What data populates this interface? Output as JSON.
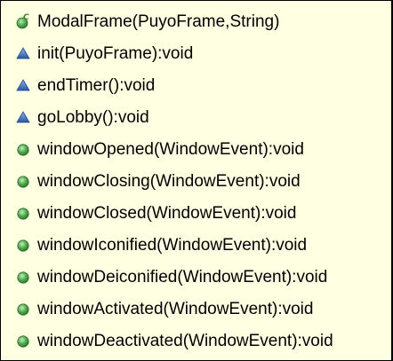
{
  "members": [
    {
      "label": "ModalFrame(PuyoFrame,String)",
      "kind": "constructor",
      "icon": "constructor-icon"
    },
    {
      "label": "init(PuyoFrame):void",
      "kind": "protected",
      "icon": "protected-method-icon"
    },
    {
      "label": "endTimer():void",
      "kind": "protected",
      "icon": "protected-method-icon"
    },
    {
      "label": "goLobby():void",
      "kind": "protected",
      "icon": "protected-method-icon"
    },
    {
      "label": "windowOpened(WindowEvent):void",
      "kind": "public",
      "icon": "public-method-icon"
    },
    {
      "label": "windowClosing(WindowEvent):void",
      "kind": "public",
      "icon": "public-method-icon"
    },
    {
      "label": "windowClosed(WindowEvent):void",
      "kind": "public",
      "icon": "public-method-icon"
    },
    {
      "label": "windowIconified(WindowEvent):void",
      "kind": "public",
      "icon": "public-method-icon"
    },
    {
      "label": "windowDeiconified(WindowEvent):void",
      "kind": "public",
      "icon": "public-method-icon"
    },
    {
      "label": "windowActivated(WindowEvent):void",
      "kind": "public",
      "icon": "public-method-icon"
    },
    {
      "label": "windowDeactivated(WindowEvent):void",
      "kind": "public",
      "icon": "public-method-icon"
    }
  ],
  "colors": {
    "background": "#ffffe1",
    "border": "#000000",
    "public_method": "#3d9a3d",
    "protected_method": "#2f5fb0",
    "constructor_letter": "#2c8a2c"
  }
}
